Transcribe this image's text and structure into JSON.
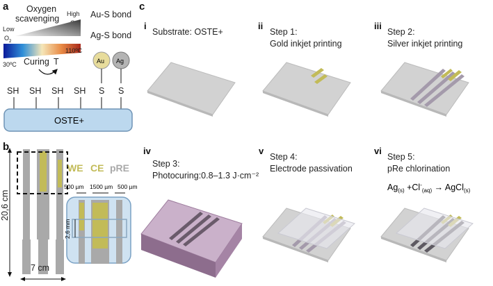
{
  "panels": {
    "a": "a",
    "b": "b",
    "c": "c"
  },
  "panel_a": {
    "oxygen_title_line1": "Oxygen",
    "oxygen_title_line2": "scavenging",
    "high_label": "High",
    "high_sub": "O",
    "high_sub2": "2",
    "low_label": "Low",
    "low_sub": "O",
    "low_sub2": "2",
    "temp_low": "30ºC",
    "temp_high": "110ºC",
    "curing_label": "Curing",
    "curing_t": "T",
    "bond_au": "Au-S bond",
    "bond_ag": "Ag-S bond",
    "atom_au": "Au",
    "atom_ag": "Ag",
    "groups": [
      "SH",
      "SH",
      "SH",
      "SH",
      "S",
      "S"
    ],
    "substrate": "OSTE+",
    "colors": {
      "gold": "#e7dc9c",
      "silver": "#b4b4b4",
      "substrate_fill": "#bcd8ee",
      "substrate_stroke": "#6e93b5"
    }
  },
  "panel_b": {
    "height_label": "20,6 cm",
    "width_label": "7 cm",
    "we": "WE",
    "ce": "CE",
    "pre": "pRE",
    "dim_500_left": "500 µm",
    "dim_1500": "1500 µm",
    "dim_500_right": "500 µm",
    "dim_vertical": "2,6 mm",
    "colors": {
      "we": "#c2bb58",
      "ce": "#c2bb58",
      "pre": "#a9a9a9"
    }
  },
  "panel_c": {
    "steps": [
      {
        "roman": "i",
        "line1": "Substrate: OSTE+",
        "line2": ""
      },
      {
        "roman": "ii",
        "line1": "Step 1:",
        "line2": "Gold inkjet printing"
      },
      {
        "roman": "iii",
        "line1": "Step 2:",
        "line2": "Silver inkjet printing"
      },
      {
        "roman": "iv",
        "line1": "Step 3:",
        "line2": "Photocuring:0.8–1.3 J·cm⁻²"
      },
      {
        "roman": "v",
        "line1": "Step 4:",
        "line2": "Electrode passivation"
      },
      {
        "roman": "vi",
        "line1": "Step 5:",
        "line2": "pRe chlorination"
      }
    ],
    "equation": {
      "ag": "Ag",
      "ag_sub": "(s)",
      "plus": " +Cl",
      "cl_sup": "-",
      "cl_sub": "(aq)",
      "arrow": " → ",
      "agcl": "AgCl",
      "agcl_sub": "(s)"
    }
  }
}
